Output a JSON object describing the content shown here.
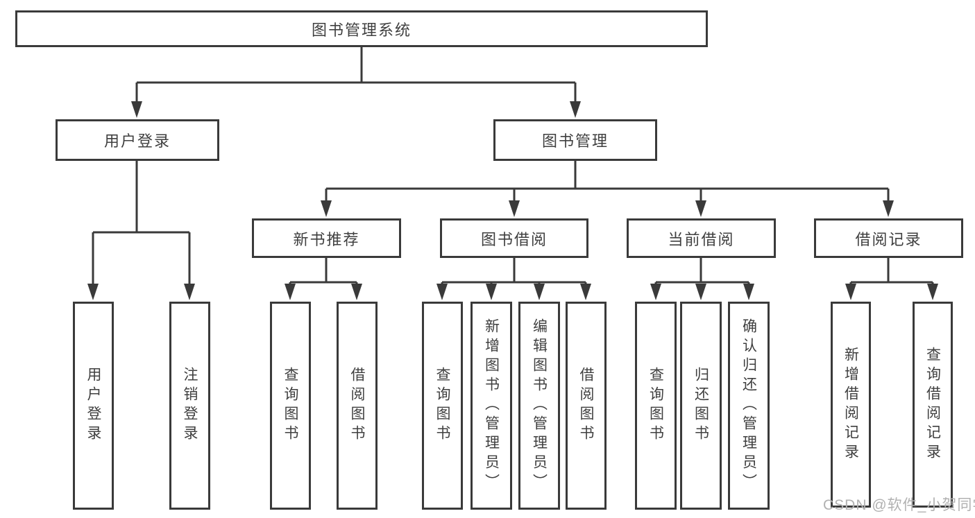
{
  "diagram": {
    "root": {
      "label": "图书管理系统"
    },
    "branches": [
      {
        "label": "用户登录",
        "children": [
          {
            "label": "用户登录"
          },
          {
            "label": "注销登录"
          }
        ]
      },
      {
        "label": "图书管理",
        "children": [
          {
            "label": "新书推荐",
            "children": [
              {
                "label": "查询图书"
              },
              {
                "label": "借阅图书"
              }
            ]
          },
          {
            "label": "图书借阅",
            "children": [
              {
                "label": "查询图书"
              },
              {
                "label": "新增图书（管理员）"
              },
              {
                "label": "编辑图书（管理员）"
              },
              {
                "label": "借阅图书"
              }
            ]
          },
          {
            "label": "当前借阅",
            "children": [
              {
                "label": "查询图书"
              },
              {
                "label": "归还图书"
              },
              {
                "label": "确认归还（管理员）"
              }
            ]
          },
          {
            "label": "借阅记录",
            "children": [
              {
                "label": "新增借阅记录"
              },
              {
                "label": "查询借阅记录"
              }
            ]
          }
        ]
      }
    ],
    "watermark": "CSDN @软件_小贺同学",
    "colors": {
      "line": "#3a3a3a",
      "text": "#3f3f3f",
      "watermark": "#b1b1b1",
      "background": "#ffffff"
    }
  }
}
